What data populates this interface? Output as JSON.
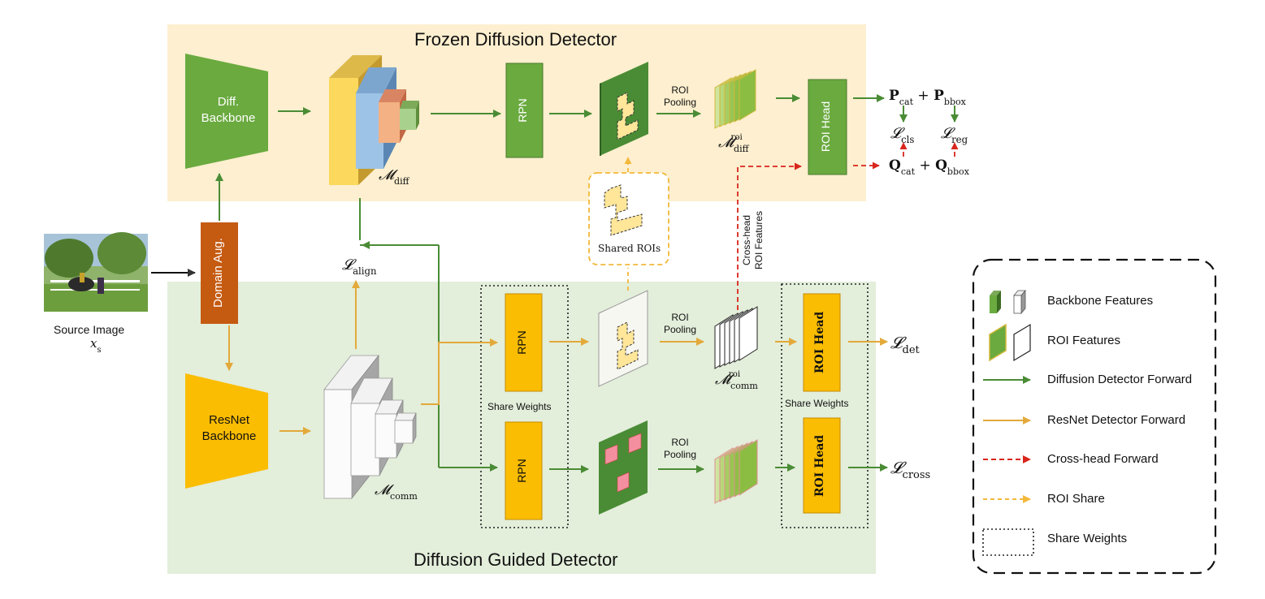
{
  "frozen": {
    "title": "Frozen Diffusion Detector",
    "backbone": "Diff.\nBackbone",
    "feature_map": "diff",
    "roi_head": "ROI Head",
    "rpn": "RPN",
    "roi_pooling": "ROI\nPooling",
    "roi_map_sup": "roi",
    "roi_map_sub": "diff"
  },
  "guided": {
    "title": "Diffusion Guided Detector",
    "backbone": "ResNet\nBackbone",
    "feature_map": "comm",
    "rpn": "RPN",
    "roi_pooling": "ROI\nPooling",
    "roi_map_sup": "roi",
    "roi_map_sub": "comm",
    "roi_head": "ROI Head",
    "share_weights": "Share Weights"
  },
  "input": {
    "label": "Source Image",
    "symbol": "x",
    "symbol_sub": "s",
    "domain_aug": "Domain Aug."
  },
  "shared_rois": "Shared ROIs",
  "cross_head_label": "Cross-head\nROI Features",
  "outputs": {
    "p_cat": "P",
    "p_cat_sub": "cat",
    "p_bbox": "P",
    "p_bbox_sub": "bbox",
    "plus": "+",
    "q_cat": "Q",
    "q_cat_sub": "cat",
    "q_bbox": "Q",
    "q_bbox_sub": "bbox",
    "l_cls": "cls",
    "l_reg": "reg",
    "l_align": "align",
    "l_det": "det",
    "l_cross": "cross"
  },
  "legend": {
    "items": [
      {
        "label": "Backbone Features",
        "icon": "feature-cube-icon"
      },
      {
        "label": "ROI Features",
        "icon": "roi-plane-icon"
      },
      {
        "label": "Diffusion Detector Forward",
        "icon": "green-arrow-icon",
        "color": "#4a8c35"
      },
      {
        "label": "ResNet Detector Forward",
        "icon": "orange-arrow-icon",
        "color": "#e3a93a"
      },
      {
        "label": "Cross-head Forward",
        "icon": "red-dashed-arrow-icon",
        "color": "#d9261c"
      },
      {
        "label": "ROI Share",
        "icon": "orange-dashed-arrow-icon",
        "color": "#f2b83a"
      },
      {
        "label": "Share Weights",
        "icon": "dotted-box-icon"
      }
    ]
  },
  "colors": {
    "frozen_bg": "#fdefcf",
    "guided_bg": "#e3eedb",
    "green": "#6aaa3f",
    "green_dark": "#4a8c35",
    "orange": "#fbbd02",
    "domain_aug": "#c55a11",
    "red": "#d9261c"
  }
}
